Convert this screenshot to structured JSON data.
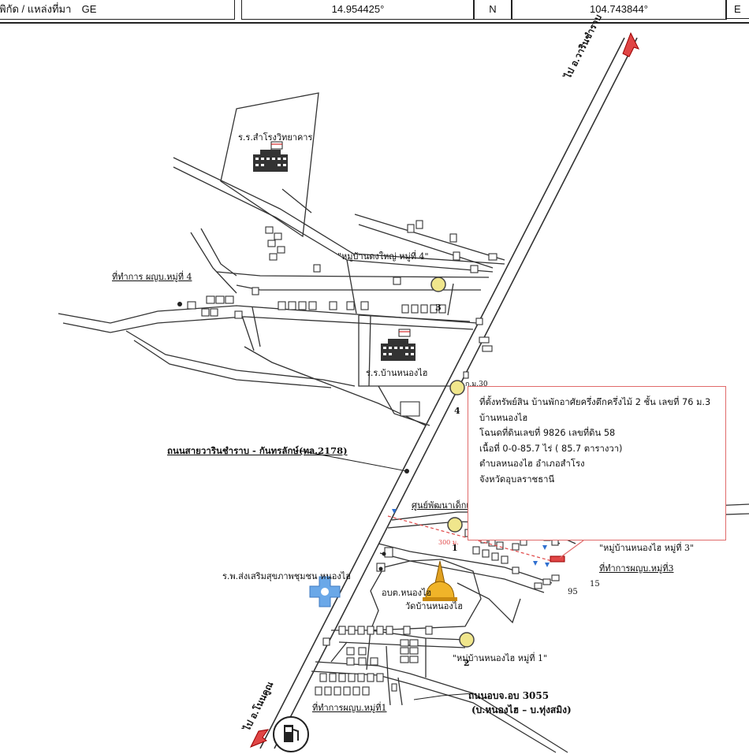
{
  "header": {
    "coord_label": "พิกัด / แหล่งที่มา",
    "source": "GE",
    "latitude": "14.954425°",
    "lat_hemisphere": "N",
    "longitude": "104.743844°",
    "lon_hemisphere": "E"
  },
  "map": {
    "road_north_label": "ไป อ.วารินชำราบ",
    "road_south_label": "ไป อ.โนนคูณ",
    "main_road_label": "ถนนสายวารินชำราบ - กันทรลักษ์(ทล.2178)",
    "secondary_road_label_1": "ถนนอบจ.อบ 3055",
    "secondary_road_label_2": "(บ.หนองไฮ – บ.ทุ่งสมิง)",
    "school_1": "ร.ร.สำโรงวิทยาคาร",
    "school_2": "ร.ร.บ้านหนองไฮ",
    "village_4": "\"หมู่บ้านดงใหญ่ หมู่ที่ 4\"",
    "office_4": "ที่ทำการ ผญบ.หมู่ที่ 4",
    "village_3": "\"หมู่บ้านหนองไฮ หมู่ที่ 3\"",
    "office_3": "ที่ทำการผญบ.หมู่ที่3",
    "village_1": "\"หมู่บ้านหนองไฮ หมู่ที่ 1\"",
    "office_1": "ที่ทำการผญบ.หมู่ที่1",
    "childcare": "ศูนย์พัฒนาเด็กเล็กบ้านหนองไฮ",
    "health": "ร.พ.ส่งเสริมสุขภาพชุมชน หนองไฮ",
    "sao": "อบต.หนองไฮ",
    "temple": "วัดบ้านหนองไฮ",
    "markers": [
      "1",
      "2",
      "3",
      "4"
    ],
    "distance": "300 ม.",
    "km_marker": "ก.ม.30",
    "house_no_15": "15",
    "house_no_95": "95",
    "accent_red": "#e04545",
    "marker_yellow": "#f0e68c"
  },
  "info_box": {
    "line1": "ที่ตั้งทรัพย์สิน บ้านพักอาศัยครึ่งตึกครึ่งไม้ 2 ชั้น เลขที่ 76 ม.3",
    "line2": "บ้านหนองไฮ",
    "line3": "โฉนดที่ดินเลขที่ 9826 เลขที่ดิน 58",
    "line4": "เนื้อที่ 0-0-85.7 ไร่ ( 85.7 ตารางวา)",
    "line5": "ตำบลหนองไฮ  อำเภอสำโรง",
    "line6": "จังหวัดอุบลราชธานี"
  }
}
